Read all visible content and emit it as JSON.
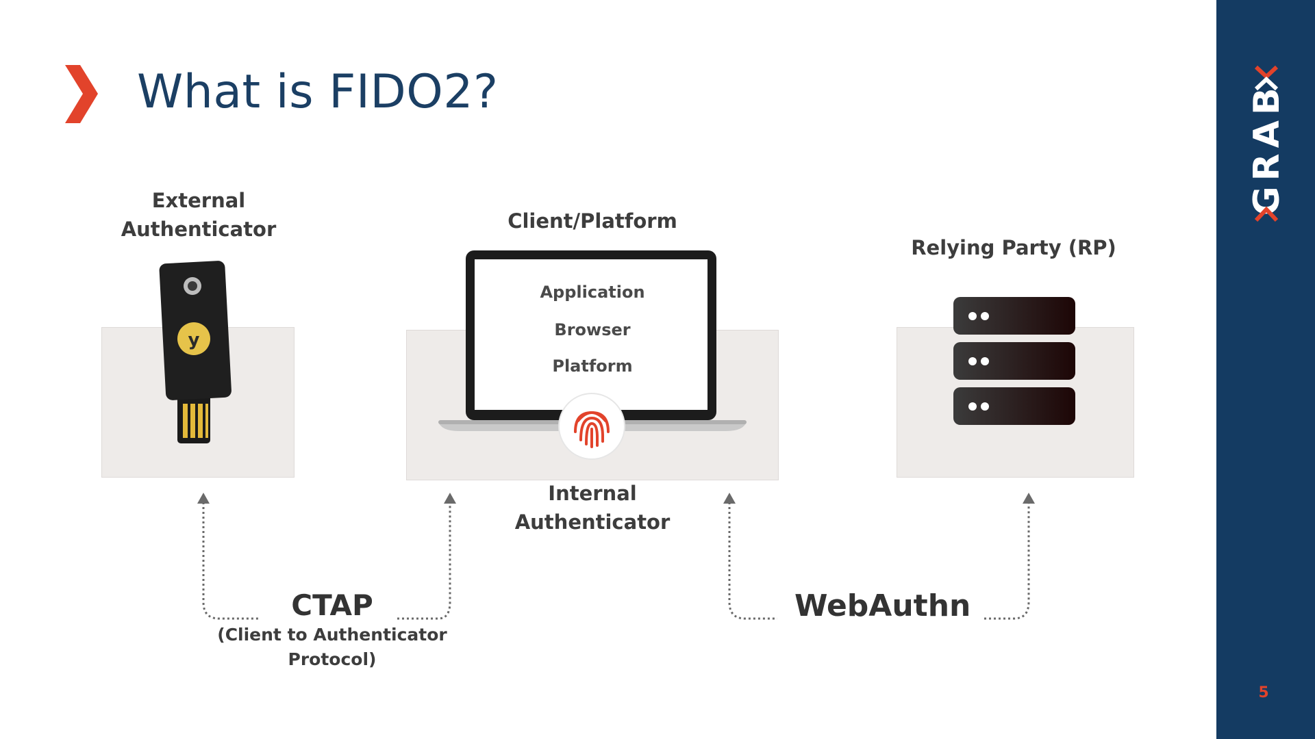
{
  "slide": {
    "title": "What is FIDO2?",
    "page_number": "5",
    "brand": "GRAB",
    "accent_color": "#e2432b",
    "brand_color": "#143b62"
  },
  "external": {
    "label_line1": "External",
    "label_line2": "Authenticator",
    "key_letter": "y"
  },
  "client": {
    "label": "Client/Platform",
    "screen_items": [
      "Application",
      "Browser",
      "Platform"
    ]
  },
  "internal": {
    "label_line1": "Internal",
    "label_line2": "Authenticator"
  },
  "rp": {
    "label": "Relying Party (RP)"
  },
  "ctap": {
    "title": "CTAP",
    "sub_line1": "(Client to Authenticator",
    "sub_line2": "Protocol)"
  },
  "webauthn": {
    "title": "WebAuthn"
  },
  "icons": [
    "chevron-right-icon",
    "security-key-icon",
    "laptop-icon",
    "fingerprint-icon",
    "server-icon",
    "arrow-up-icon"
  ]
}
